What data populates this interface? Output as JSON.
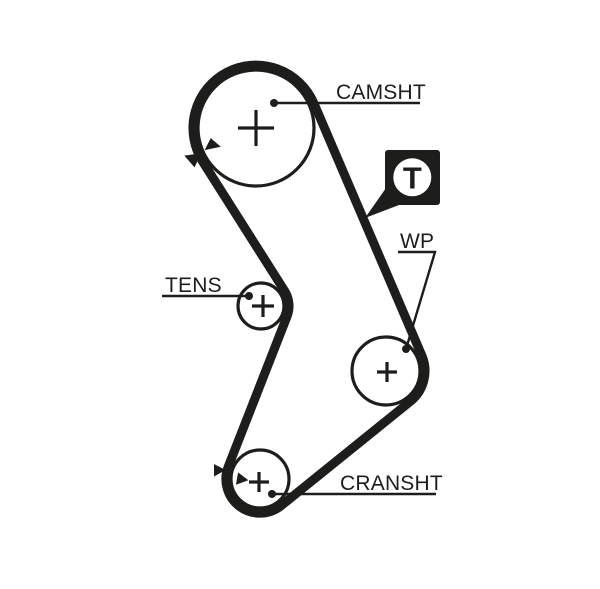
{
  "colors": {
    "ink": "#1d1d1b",
    "background": "#ffffff"
  },
  "labels": {
    "camshaft": "CAMSHT",
    "tensioner": "TENS",
    "water_pump": "WP",
    "crankshaft": "CRANSHT"
  },
  "badge": {
    "letter": "T"
  },
  "icons": {
    "timing_badge": "timing-mark-T-badge-icon",
    "cam_arrow_up": "belt-direction-arrow-up-icon",
    "cam_arrow_down": "belt-direction-arrow-down-icon",
    "crank_arrow_outer": "crank-direction-arrow-right-icon",
    "crank_arrow_inner": "crank-direction-arrow-right-icon"
  }
}
